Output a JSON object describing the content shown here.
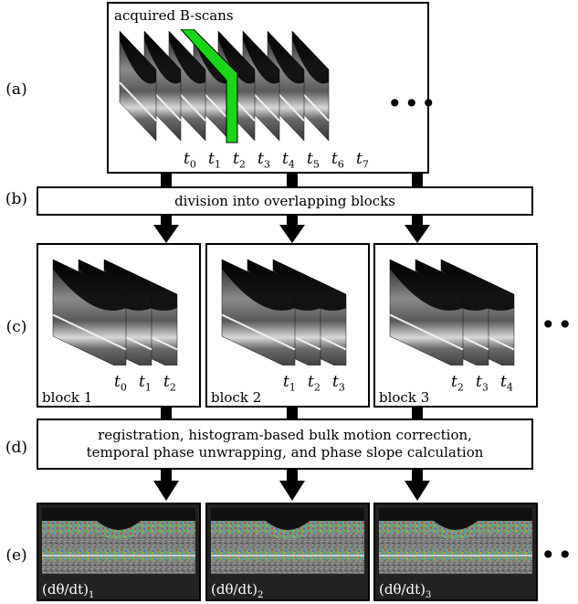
{
  "row_labels": [
    "(a)",
    "(b)",
    "(c)",
    "(d)",
    "(e)"
  ],
  "acquired_title": "acquired B-scans",
  "time_labels": [
    "0",
    "1",
    "2",
    "3",
    "4",
    "5",
    "6",
    "7"
  ],
  "division_text": "division into overlapping blocks",
  "blocks": [
    {
      "label": "block 1",
      "times": [
        "0",
        "1",
        "2"
      ]
    },
    {
      "label": "block 2",
      "times": [
        "1",
        "2",
        "3"
      ]
    },
    {
      "label": "block 3",
      "times": [
        "2",
        "3",
        "4"
      ]
    }
  ],
  "processing_text": [
    "registration, histogram-based bulk motion correction,",
    "temporal phase unwrapping, and phase slope calculation"
  ],
  "outputs": [
    {
      "label": "(dθ/dt)",
      "sub": "1"
    },
    {
      "label": "(dθ/dt)",
      "sub": "2"
    },
    {
      "label": "(dθ/dt)",
      "sub": "3"
    }
  ],
  "ellipsis": "•••",
  "colors": {
    "highlight": "#19d619",
    "arrow": "#000000"
  }
}
